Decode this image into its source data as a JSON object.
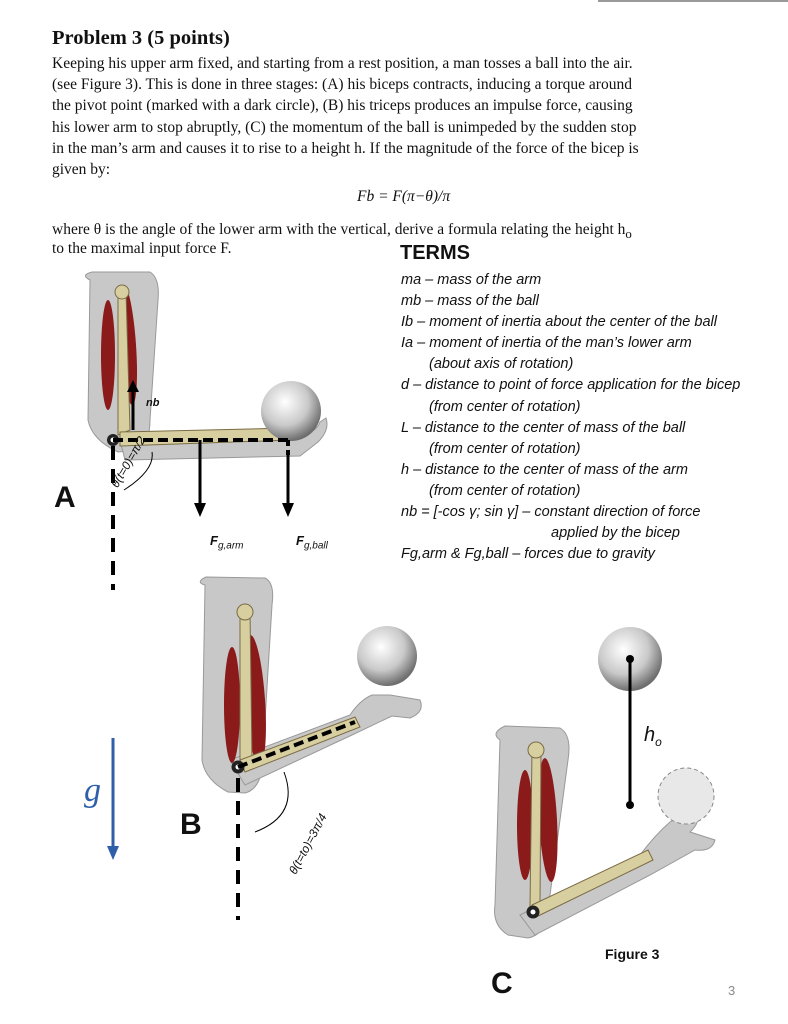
{
  "title": "Problem 3 (5 points)",
  "paragraph": [
    "Keeping his upper arm fixed, and starting from a rest position, a man tosses a ball into the air.",
    "(see Figure 3). This is done in three stages:  (A) his biceps contracts, inducing a torque around",
    "the pivot point (marked with a dark circle), (B) his triceps produces an impulse force, causing",
    "his lower arm to stop abruptly,  (C) the momentum of the ball is unimpeded by the sudden stop",
    "in the man’s arm and causes it to rise to a height h.  If the magnitude of the force of the bicep is",
    "given by:"
  ],
  "equation": "Fb = F(π−θ)/π",
  "where_line1": "where θ is the angle of the lower arm with the vertical, derive a formula relating the height h",
  "where_line1_sub": "o",
  "where_line2": "to the maximal input force F.",
  "terms_heading": "TERMS",
  "terms": [
    "ma – mass of the arm",
    "mb – mass of the ball",
    "Ib – moment of inertia about the center of the ball",
    "Ia – moment of inertia of the man’s lower arm",
    "(about axis of rotation)",
    "d – distance to point of force application for the bicep",
    "(from center of rotation)",
    "L – distance to the center of mass of the ball",
    "(from center of rotation)",
    "h – distance to the center of mass of the arm",
    "(from center of rotation)",
    "nb = [-cos γ;  sin γ] – constant direction of force",
    "applied by the bicep",
    "Fg,arm & Fg,ball – forces due to gravity"
  ],
  "figure": {
    "label_a": "A",
    "label_b": "B",
    "label_c": "C",
    "caption": "Figure 3",
    "f_garm": "F",
    "f_garm_sub": "g,arm",
    "f_gball": "F",
    "f_gball_sub": "g,ball",
    "n_b": "nb",
    "angle_a": "θ(t=0)=π/2",
    "angle_b": "θ(t=to)=3π/4",
    "h_o": "h",
    "h_o_sub": "o",
    "g_vector": "g"
  },
  "page_number": "3",
  "colors": {
    "muscle": "#8b1a1a",
    "bone": "#d8cfa0",
    "skin": "#c8c8c8",
    "gravity_arrow": "#2f5fa8"
  }
}
